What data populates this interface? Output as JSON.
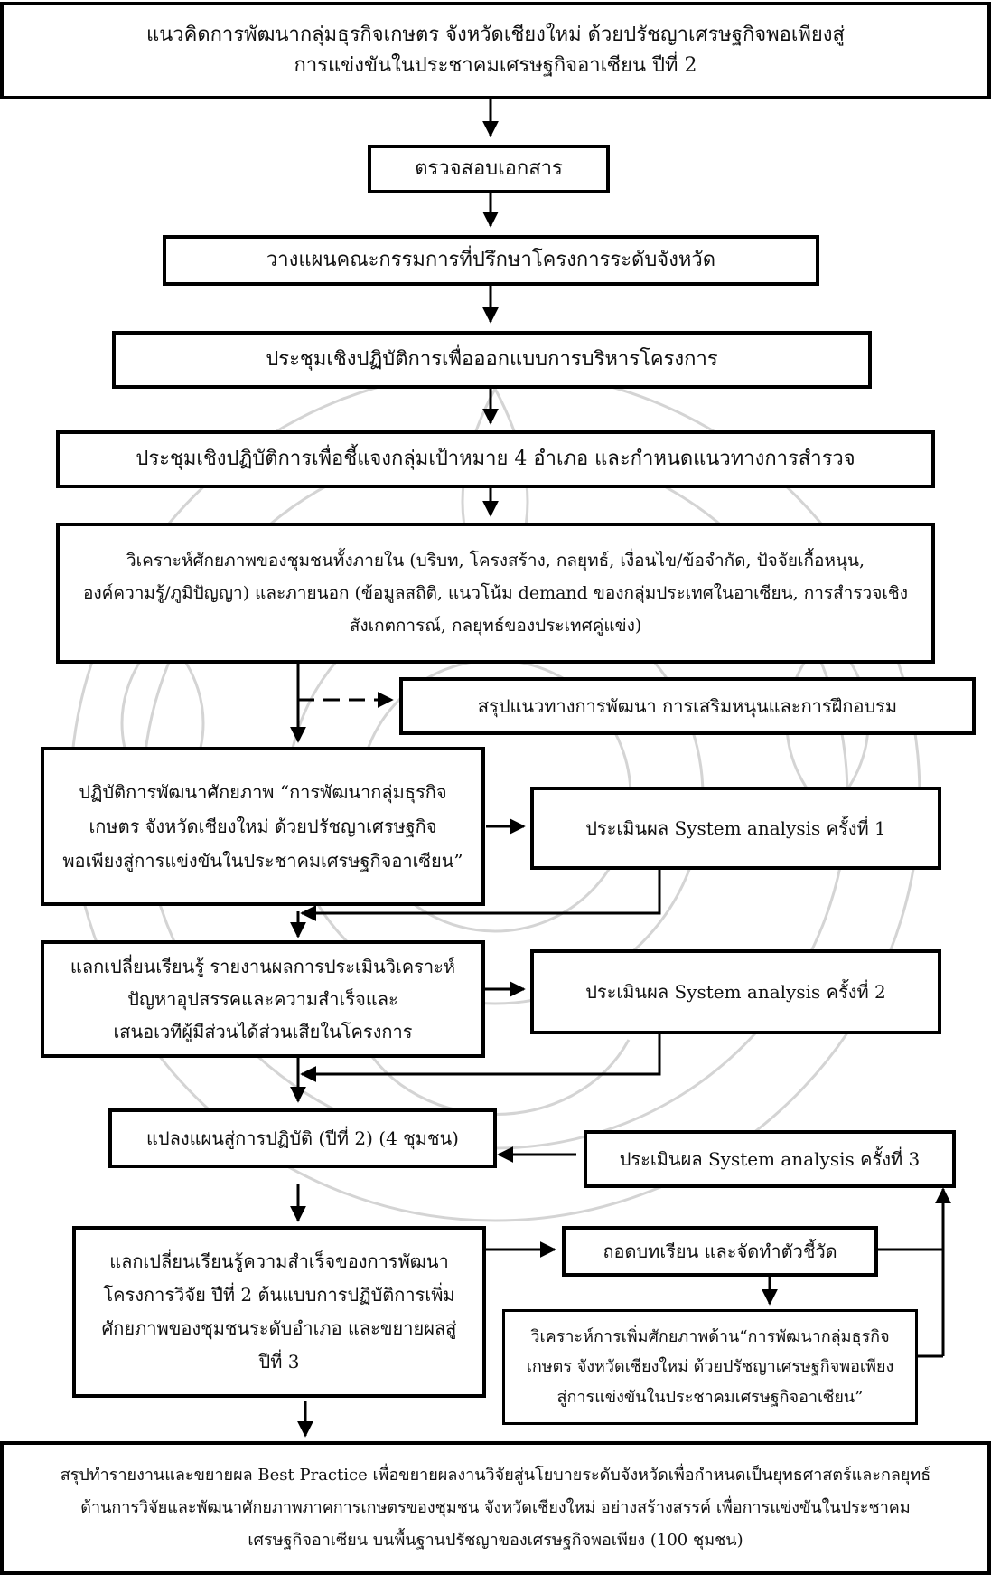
{
  "nodes": {
    "title": {
      "line1": "แนวคิดการพัฒนากลุ่มธุรกิจเกษตร จังหวัดเชียงใหม่ ด้วยปรัชญาเศรษฐกิจพอเพียงสู่",
      "line2": "การแข่งขันในประชาคมเศรษฐกิจอาเซียน ปีที่ 2"
    },
    "check_docs": "ตรวจสอบเอกสาร",
    "plan_committee": "วางแผนคณะกรรมการที่ปรึกษาโครงการระดับจังหวัด",
    "workshop_design": "ประชุมเชิงปฏิบัติการเพื่อออกแบบการบริหารโครงการ",
    "workshop_target": "ประชุมเชิงปฏิบัติการเพื่อชี้แจงกลุ่มเป้าหมาย 4 อำเภอ และกำหนดแนวทางการสำรวจ",
    "analysis": {
      "line1": "วิเคราะห์ศักยภาพของชุมชนทั้งภายใน (บริบท, โครงสร้าง, กลยุทธ์, เงื่อนไข/ข้อจำกัด, ปัจจัยเกื้อหนุน,",
      "line2": "องค์ความรู้/ภูมิปัญญา) และภายนอก (ข้อมูลสถิติ, แนวโน้ม demand ของกลุ่มประเทศในอาเซียน, การสำรวจเชิง",
      "line3": "สังเกตการณ์, กลยุทธ์ของประเทศคู่แข่ง)"
    },
    "summary_guideline": "สรุปแนวทางการพัฒนา การเสริมหนุนและการฝึกอบรม",
    "practice": {
      "line1": "ปฏิบัติการพัฒนาศักยภาพ “การพัฒนากลุ่มธุรกิจ",
      "line2": "เกษตร จังหวัดเชียงใหม่ ด้วยปรัชญาเศรษฐกิจ",
      "line3": "พอเพียงสู่การแข่งขันในประชาคมเศรษฐกิจอาเซียน”"
    },
    "eval1": "ประเมินผล System analysis ครั้งที่ 1",
    "exchange1": {
      "line1": "แลกเปลี่ยนเรียนรู้ รายงานผลการประเมินวิเคราะห์",
      "line2": "ปัญหาอุปสรรคและความสำเร็จและ",
      "line3": "เสนอเวทีผู้มีส่วนได้ส่วนเสียในโครงการ"
    },
    "eval2": "ประเมินผล System analysis ครั้งที่ 2",
    "implement": "แปลงแผนสู่การปฏิบัติ (ปีที่ 2) (4 ชุมชน)",
    "eval3": "ประเมินผล System analysis ครั้งที่ 3",
    "exchange2": {
      "line1": "แลกเปลี่ยนเรียนรู้ความสำเร็จของการพัฒนา",
      "line2": "โครงการวิจัย ปีที่ 2 ต้นแบบการปฏิบัติการเพิ่ม",
      "line3": "ศักยภาพของชุมชนระดับอำเภอ และขยายผลสู่",
      "line4": "ปีที่ 3"
    },
    "lessons": "ถอดบทเรียน และจัดทำตัวชี้วัด",
    "analysis2": {
      "line1": "วิเคราะห์การเพิ่มศักยภาพด้าน“การพัฒนากลุ่มธุรกิจ",
      "line2": "เกษตร จังหวัดเชียงใหม่ ด้วยปรัชญาเศรษฐกิจพอเพียง",
      "line3": "สู่การแข่งขันในประชาคมเศรษฐกิจอาเซียน”"
    },
    "final": {
      "line1": "สรุปทำรายงานและขยายผล Best Practice เพื่อขยายผลงานวิจัยสู่นโยบายระดับจังหวัดเพื่อกำหนดเป็นยุทธศาสตร์และกลยุทธ์",
      "line2": "ด้านการวิจัยและพัฒนาศักยภาพภาคการเกษตรของชุมชน จังหวัดเชียงใหม่ อย่างสร้างสรรค์ เพื่อการแข่งขันในประชาคม",
      "line3": "เศรษฐกิจอาเซียน บนพื้นฐานปรัชญาของเศรษฐกิจพอเพียง (100 ชุมชน)"
    }
  },
  "colors": {
    "line": "#000000",
    "box_fill": "#ffffff",
    "watermark": "#cfcfcf"
  }
}
